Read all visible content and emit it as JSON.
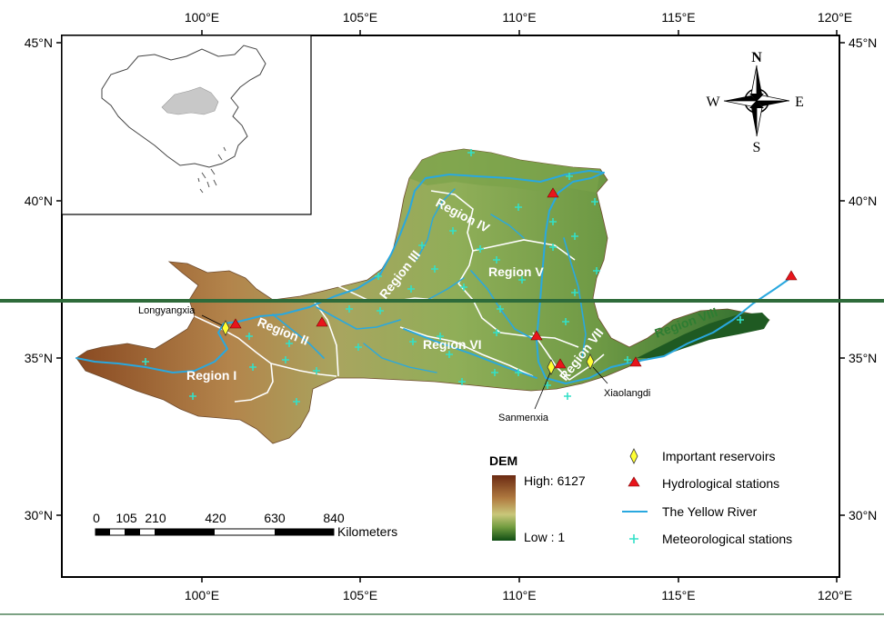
{
  "map": {
    "lon_ticks": [
      "100°E",
      "105°E",
      "110°E",
      "115°E",
      "120°E"
    ],
    "lat_ticks": [
      "45°N",
      "40°N",
      "35°N",
      "30°N"
    ],
    "compass": {
      "n": "N",
      "s": "S",
      "e": "E",
      "w": "W"
    },
    "regions": {
      "r1": "Region I",
      "r2": "Region II",
      "r3": "Region III",
      "r4": "Region IV",
      "r5": "Region V",
      "r6": "Region VI",
      "r7": "Region VII",
      "r8": "Region VIII"
    },
    "places": {
      "longyangxia": "Longyangxia",
      "sanmenxia": "Sanmenxia",
      "xiaolangdi": "Xiaolangdi"
    },
    "dem": {
      "title": "DEM",
      "high": "High: 6127",
      "low": "Low : 1"
    },
    "legend": {
      "reservoirs": "Important reservoirs",
      "hydro": "Hydrological stations",
      "river": "The Yellow River",
      "meteo": "Meteorological stations"
    },
    "scale": {
      "ticks": [
        "0",
        "105",
        "210",
        "420",
        "630",
        "840"
      ],
      "unit": "Kilometers"
    },
    "colors": {
      "river": "#29a8df",
      "hydro": "#e8141b",
      "reservoir": "#ffff33",
      "meteo": "#33e0c8",
      "divider": "#2e6b3a",
      "region8": "#2e7d32"
    }
  }
}
